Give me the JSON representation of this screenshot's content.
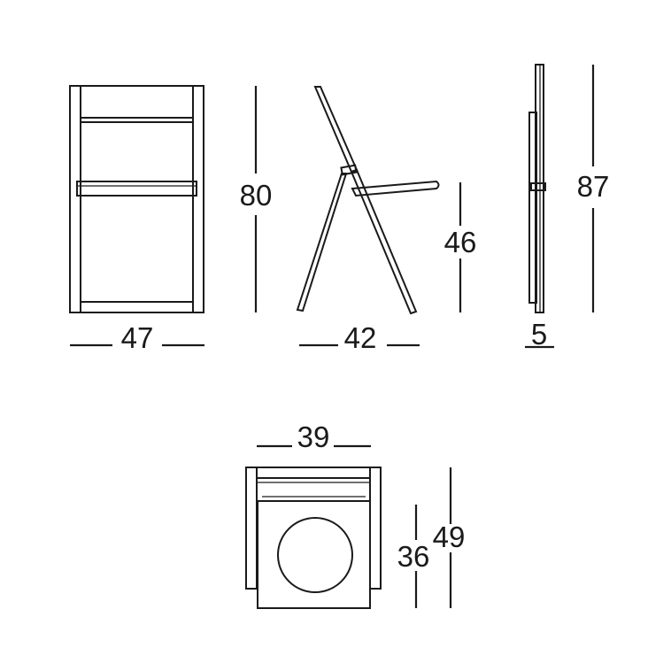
{
  "dimensions": {
    "front_width": "47",
    "front_height": "80",
    "side_depth": "42",
    "seat_height": "46",
    "folded_height": "87",
    "folded_thickness": "5",
    "top_width": "39",
    "top_depth_seat": "36",
    "top_depth_total": "49"
  },
  "colors": {
    "line": "#1a1a1a",
    "background": "#ffffff"
  }
}
